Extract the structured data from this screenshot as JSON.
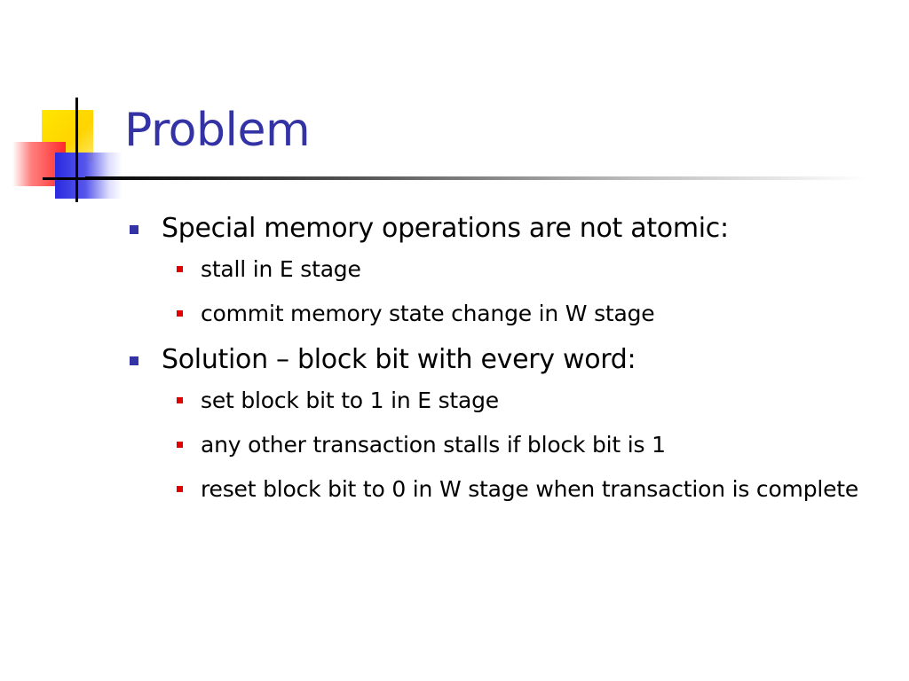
{
  "slide": {
    "title": "Problem",
    "bullets": [
      {
        "text": "Special memory operations are not atomic:",
        "sub": [
          "stall in E stage",
          "commit memory state change in W stage"
        ]
      },
      {
        "text": "Solution – block bit with every word:",
        "sub": [
          "set block bit to 1 in E stage",
          "any other transaction stalls if block bit is 1",
          "reset block bit to 0 in W stage when transaction is complete"
        ]
      }
    ]
  },
  "colors": {
    "title": "#3333a6",
    "level1_bullet": "#3333a6",
    "level2_bullet": "#e00000"
  }
}
